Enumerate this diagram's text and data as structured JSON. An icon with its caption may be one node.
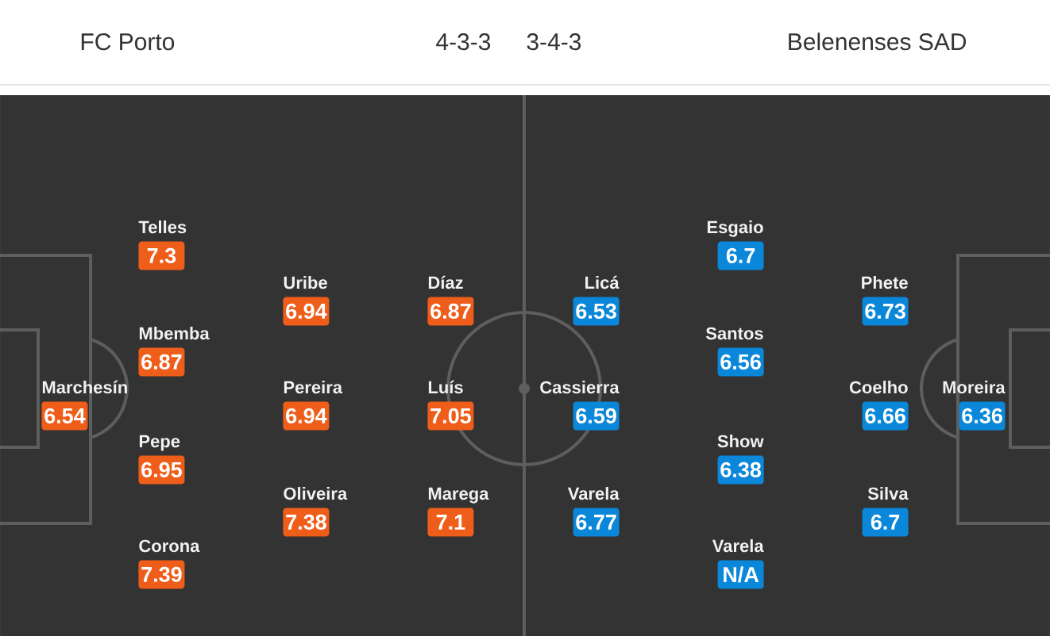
{
  "diagram": {
    "nodes": [
      {
        "text": [
          "Marchesín",
          "6.54"
        ]
      },
      {
        "text": [
          "Telles",
          "7.3"
        ]
      },
      {
        "text": [
          "Mbemba",
          "6.87"
        ]
      },
      {
        "text": [
          "Pepe",
          "6.95"
        ]
      },
      {
        "text": [
          "Corona",
          "7.39"
        ]
      },
      {
        "text": [
          "Uribe",
          "6.94"
        ]
      },
      {
        "text": [
          "Pereira",
          "6.94"
        ]
      },
      {
        "text": [
          "Oliveira",
          "7.38"
        ]
      },
      {
        "text": [
          "Díaz",
          "6.87"
        ]
      },
      {
        "text": [
          "Luís",
          "7.05"
        ]
      },
      {
        "text": [
          "Marega",
          "7.1"
        ]
      },
      {
        "text": [
          "Licá",
          "6.53"
        ]
      },
      {
        "text": [
          "Cassierra",
          "6.59"
        ]
      },
      {
        "text": [
          "Varela",
          "6.77"
        ]
      },
      {
        "text": [
          "Esgaio",
          "6.7"
        ]
      },
      {
        "text": [
          "Santos",
          "6.56"
        ]
      },
      {
        "text": [
          "Show",
          "6.38"
        ]
      },
      {
        "text": [
          "Varela",
          "N/A"
        ]
      },
      {
        "text": [
          "Phete",
          "6.73"
        ]
      },
      {
        "text": [
          "Coelho",
          "6.66"
        ]
      },
      {
        "text": [
          "Silva",
          "6.7"
        ]
      },
      {
        "text": [
          "Moreira",
          "6.36"
        ]
      }
    ],
    "labels": [
      "FC Porto",
      "4-3-3",
      "3-4-3",
      "Belenenses SAD"
    ]
  }
}
